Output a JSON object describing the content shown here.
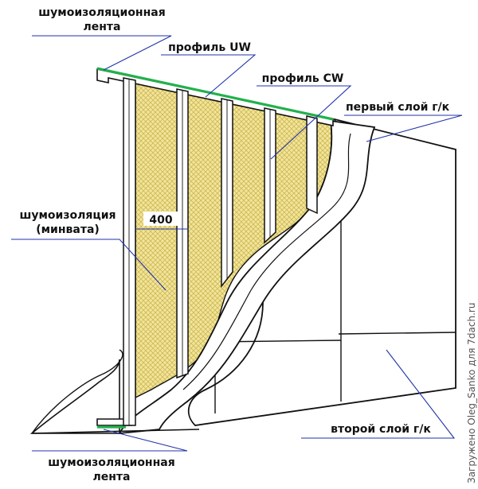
{
  "labels": {
    "tape_top_line1": "шумоизоляционная",
    "tape_top_line2": "лента",
    "profile_uw": "профиль UW",
    "profile_cw": "профиль CW",
    "first_layer": "первый слой г/к",
    "insulation_line1": "шумоизоляция",
    "insulation_line2": "(минвата)",
    "spacing": "400",
    "second_layer": "второй слой г/к",
    "tape_bottom_line1": "шумоизоляционная",
    "tape_bottom_line2": "лента"
  },
  "watermark": "Загружено Oleg_Sanko для 7dach.ru",
  "colors": {
    "insulation": "#f1e49a",
    "insulation_mesh": "#c9b24a",
    "tape": "#22b14c",
    "leader": "#2233aa",
    "outline": "#111111"
  }
}
